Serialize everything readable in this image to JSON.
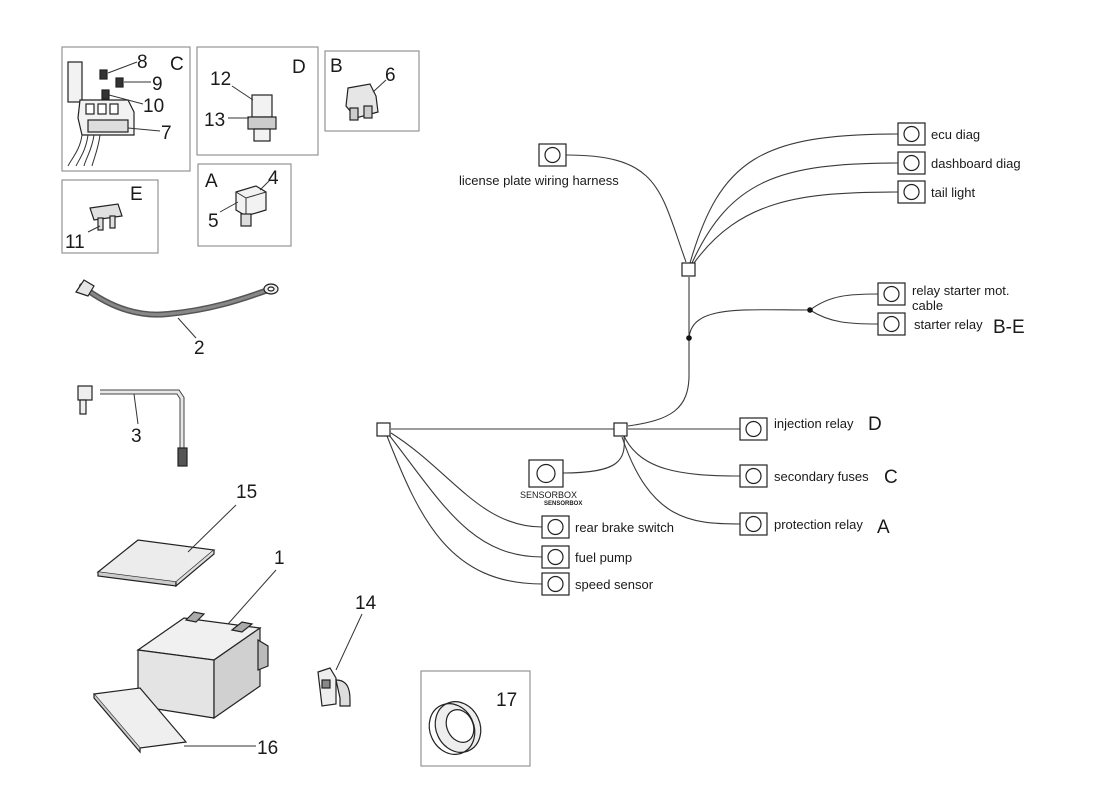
{
  "connectors": {
    "license_plate": "license plate wiring harness",
    "ecu_diag": "ecu diag",
    "dashboard_diag": "dashboard diag",
    "tail_light": "tail light",
    "relay_starter_line1": "relay starter mot.",
    "relay_starter_line2": "cable",
    "starter_relay": "starter relay",
    "starter_relay_ref": "B-E",
    "injection_relay": "injection relay",
    "injection_relay_ref": "D",
    "secondary_fuses": "secondary fuses",
    "secondary_fuses_ref": "C",
    "protection_relay": "protection relay",
    "protection_relay_ref": "A",
    "rear_brake_switch": "rear brake switch",
    "fuel_pump": "fuel pump",
    "speed_sensor": "speed sensor",
    "sensorbox": "SENSORBOX",
    "sensorbox_sub": "SENSORBOX"
  },
  "frames": {
    "C": {
      "letter": "C",
      "nums": [
        "8",
        "9",
        "10",
        "7"
      ]
    },
    "D": {
      "letter": "D",
      "nums": [
        "12",
        "13"
      ]
    },
    "B": {
      "letter": "B",
      "nums": [
        "6"
      ]
    },
    "E": {
      "letter": "E",
      "nums": [
        "11"
      ]
    },
    "A": {
      "letter": "A",
      "nums": [
        "4",
        "5"
      ]
    },
    "17": {
      "nums": [
        "17"
      ]
    }
  },
  "parts": {
    "p2": "2",
    "p3": "3",
    "p15": "15",
    "p1": "1",
    "p14": "14",
    "p16": "16"
  },
  "colors": {
    "line": "#3a3a3a",
    "frame": "#8a8a8a",
    "part_fill": "#e8e8e8",
    "part_dark": "#9a9a9a"
  }
}
